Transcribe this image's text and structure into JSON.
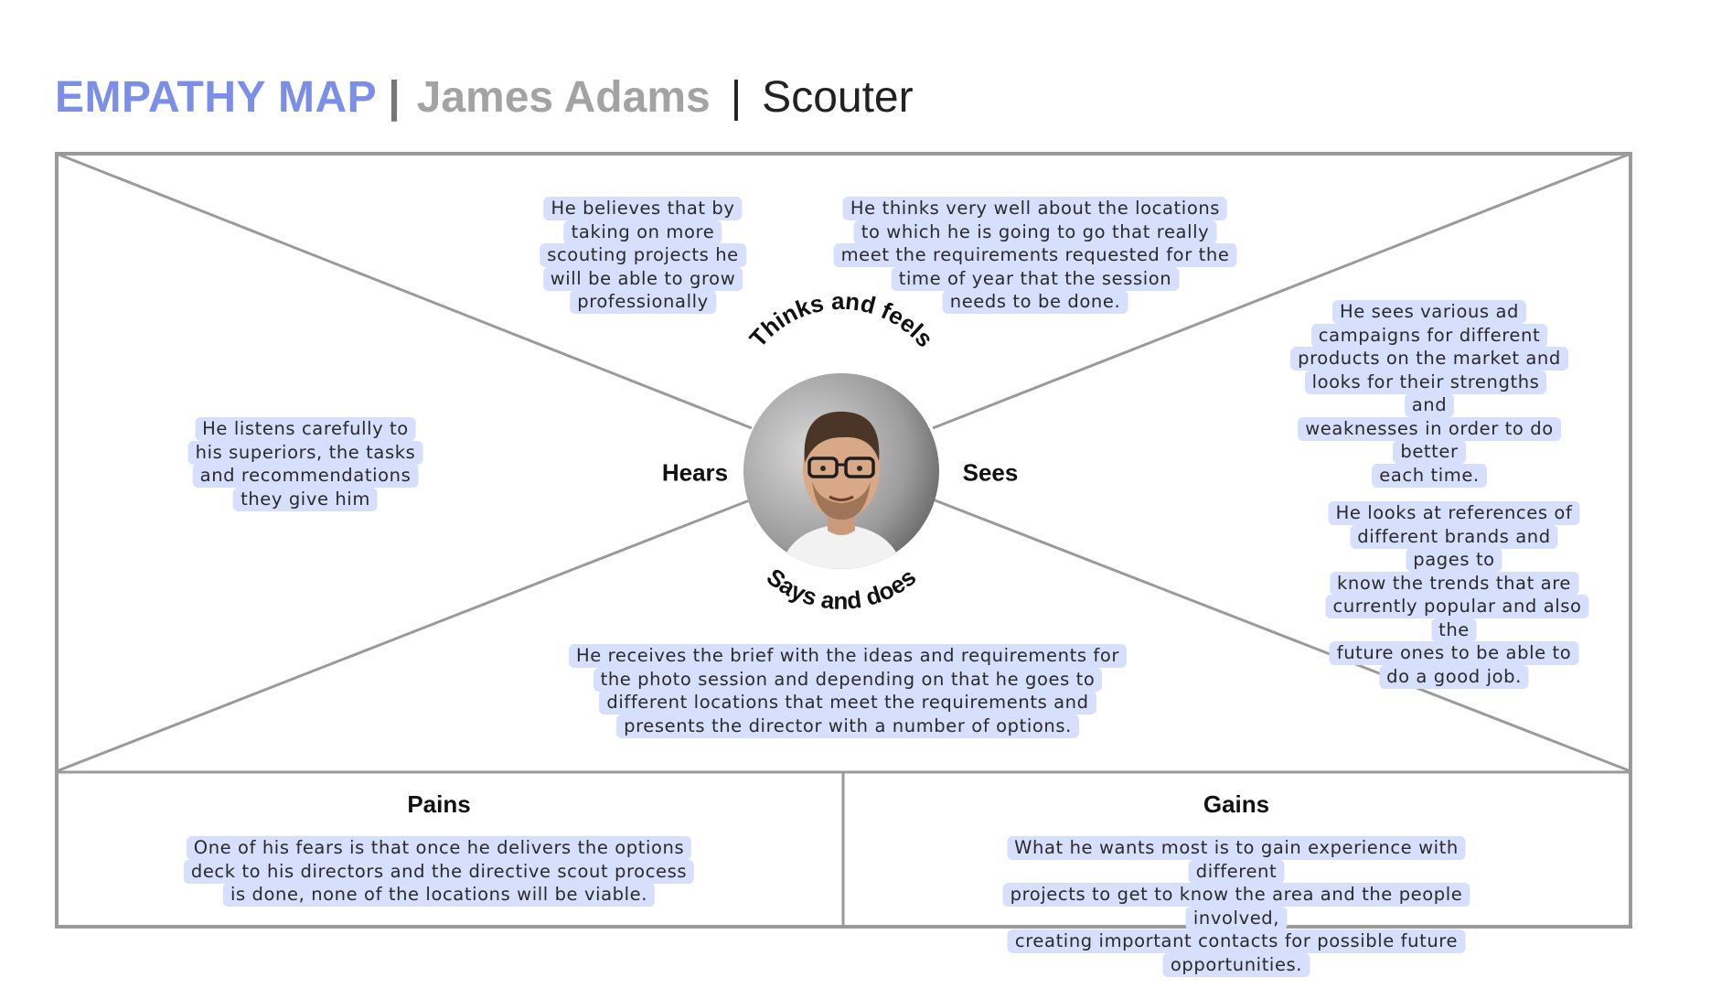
{
  "header": {
    "title": "EMPATHY MAP",
    "separator": "|",
    "person_name": "James Adams",
    "role": "Scouter"
  },
  "center": {
    "avatar": "person-portrait-avatar",
    "arc_top": "Thinks and feels",
    "arc_bottom": "Says and does",
    "label_left": "Hears",
    "label_right": "Sees"
  },
  "thinks_feels": {
    "notes": [
      [
        "He believes that by",
        "taking on more",
        "scouting projects he",
        "will be able to grow",
        "professionally"
      ],
      [
        "He thinks very well about the locations",
        "to which he is going to go that really",
        "meet the requirements requested for the",
        "time of year that the session",
        "needs to be done."
      ]
    ]
  },
  "hears": {
    "notes": [
      [
        "He listens carefully to",
        "his superiors, the tasks",
        "and recommendations",
        "they give him"
      ]
    ]
  },
  "sees": {
    "notes": [
      [
        "He sees various ad",
        "campaigns for different",
        "products on the market and",
        "looks for their strengths and",
        "weaknesses in order to do better",
        "each time."
      ],
      [
        "He looks at references of",
        "different brands and pages to",
        "know the trends that are",
        "currently popular and also the",
        "future ones to be able to",
        "do a good job."
      ]
    ]
  },
  "says_does": {
    "notes": [
      [
        "He receives the brief with the ideas and requirements for",
        "the photo session and depending on that he goes to",
        "different locations that meet the requirements and",
        "presents the director with a number of options."
      ]
    ]
  },
  "pains": {
    "title": "Pains",
    "lines": [
      "One of his fears is that once he delivers the options",
      "deck to his directors and the directive scout process",
      "is done, none of the locations will be viable."
    ]
  },
  "gains": {
    "title": "Gains",
    "lines": [
      "What he wants most is to gain experience with different",
      "projects to get to know the area and the people involved,",
      "creating important contacts for possible future opportunities."
    ]
  },
  "colors": {
    "accent": "#7b8ee8",
    "note_bg": "#d6dffb",
    "frame": "#9a9a9a"
  }
}
